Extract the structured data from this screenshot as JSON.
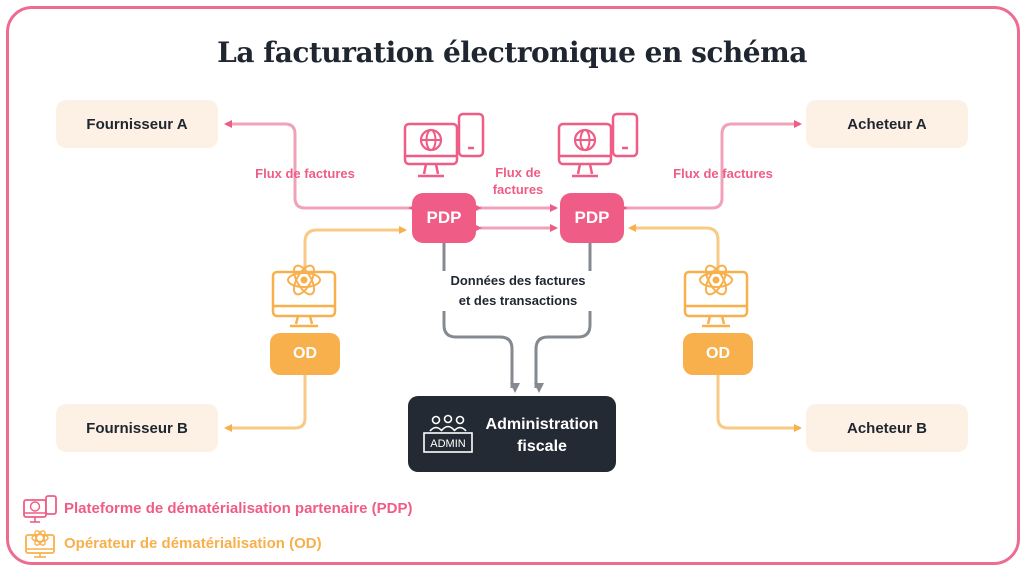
{
  "title": "La facturation électronique en schéma",
  "parties": {
    "fournisseur_a": "Fournisseur A",
    "fournisseur_b": "Fournisseur B",
    "acheteur_a": "Acheteur A",
    "acheteur_b": "Acheteur B"
  },
  "pdp_left": "PDP",
  "pdp_right": "PDP",
  "od_left": "OD",
  "od_right": "OD",
  "flow_left": "Flux de factures",
  "flow_right": "Flux de factures",
  "flow_middle_line1": "Flux de",
  "flow_middle_line2": "factures",
  "data_line1": "Données des factures",
  "data_line2": "et des transactions",
  "admin_line1": "Administration",
  "admin_line2": "fiscale",
  "admin_badge": "ADMIN",
  "legend": {
    "pdp": "Plateforme de dématérialisation partenaire (PDP)",
    "od": "Opérateur de dématérialisation (OD)"
  },
  "colors": {
    "pdp": "#ef5d86",
    "pdp_line": "#f0a3b8",
    "od": "#f8b04d",
    "od_line": "#f8ca86",
    "admin": "#232a33",
    "party_bg": "#fdf1e6",
    "gray_line": "#858a90"
  },
  "icons": [
    "computer-globe-icon",
    "tablet-icon",
    "atom-monitor-icon",
    "admin-people-icon"
  ]
}
